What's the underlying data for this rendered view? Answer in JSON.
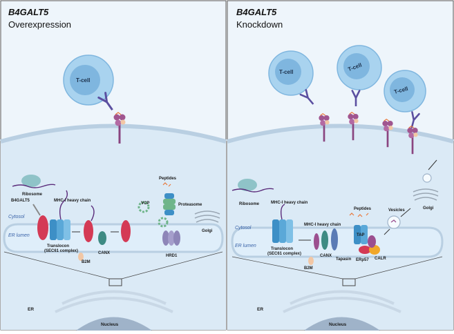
{
  "colors": {
    "panel_bg": "#eef5fb",
    "cell_body": "#dbeaf6",
    "tcell_outer": "#a9d3ef",
    "tcell_inner": "#7fb6df",
    "mhc": "#9b4f8f",
    "translocon": "#5aa8d8",
    "receptor_red": "#d43a55",
    "canx": "#3e8b84",
    "proteasome": "#6fb58a",
    "hrd1": "#8e86b8",
    "peptides": "#e9773a",
    "b2m": "#f2c7a5"
  },
  "panels": [
    {
      "gene": "B4GALT5",
      "condition": "Overexpression",
      "tcells": [
        "T-cell"
      ],
      "labels": {
        "ribosome": "Ribosome",
        "b4galt5": "B4GALT5",
        "mhc_heavy_chain": "MHC-I heavy chain",
        "cytosol": "Cytosol",
        "er_lumen": "ER lumen",
        "translocon": "Translocon",
        "translocon_sub": "(SEC61 complex)",
        "b2m": "B2M",
        "canx": "CANX",
        "vcp": "VCP",
        "peptides": "Peptides",
        "proteasome": "Proteasome",
        "hrd1": "HRD1",
        "golgi": "Golgi",
        "er": "ER",
        "nucleus": "Nucleus"
      }
    },
    {
      "gene": "B4GALT5",
      "condition": "Knockdown",
      "tcells": [
        "T-cell",
        "T-cell",
        "T-cell"
      ],
      "labels": {
        "ribosome": "Ribosome",
        "mhc_heavy_chain": "MHC-I heavy chain",
        "mhc_heavy_chain_2": "MHC-I heavy chain",
        "cytosol": "Cytosol",
        "er_lumen": "ER lumen",
        "translocon": "Translocon",
        "translocon_sub": "(SEC61 complex)",
        "b2m": "B2M",
        "canx": "CANX",
        "tapasin": "Tapasin",
        "peptides": "Peptides",
        "tap": "TAP",
        "erp57": "ERp57",
        "calr": "CALR",
        "vesicles": "Vesicles",
        "golgi": "Golgi",
        "er": "ER",
        "nucleus": "Nucleus"
      }
    }
  ]
}
